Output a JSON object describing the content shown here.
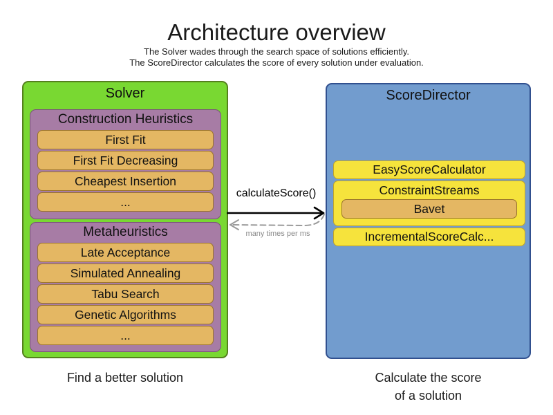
{
  "title": "Architecture overview",
  "subtitle_line1": "The Solver wades through the search space of solutions efficiently.",
  "subtitle_line2": "The ScoreDirector calculates the score of every solution under evaluation.",
  "solver": {
    "label": "Solver",
    "caption": "Find a better solution",
    "construction_heuristics": {
      "label": "Construction Heuristics",
      "items": [
        "First Fit",
        "First Fit Decreasing",
        "Cheapest Insertion",
        "..."
      ]
    },
    "metaheuristics": {
      "label": "Metaheuristics",
      "items": [
        "Late Acceptance",
        "Simulated Annealing",
        "Tabu Search",
        "Genetic Algorithms",
        "..."
      ]
    }
  },
  "score_director": {
    "label": "ScoreDirector",
    "caption_line1": "Calculate the score",
    "caption_line2": "of a solution",
    "items": [
      {
        "label": "EasyScoreCalculator"
      },
      {
        "label": "ConstraintStreams",
        "sub_item": "Bavet"
      },
      {
        "label": "IncrementalScoreCalc..."
      }
    ]
  },
  "arrow": {
    "label": "calculateScore()",
    "return_label": "many times per ms"
  },
  "colors": {
    "solver_fill": "#79D832",
    "solver_border": "#55801E",
    "phase_fill": "#A77CA5",
    "phase_border": "#7B527B",
    "algorithm_fill": "#E4B763",
    "algorithm_border": "#9A742C",
    "score_director_fill": "#729CCE",
    "score_director_border": "#31508F",
    "calculator_fill": "#F6E33C",
    "calculator_border": "#BFA32B",
    "call_arrow": "#000000",
    "return_arrow": "#999999"
  }
}
